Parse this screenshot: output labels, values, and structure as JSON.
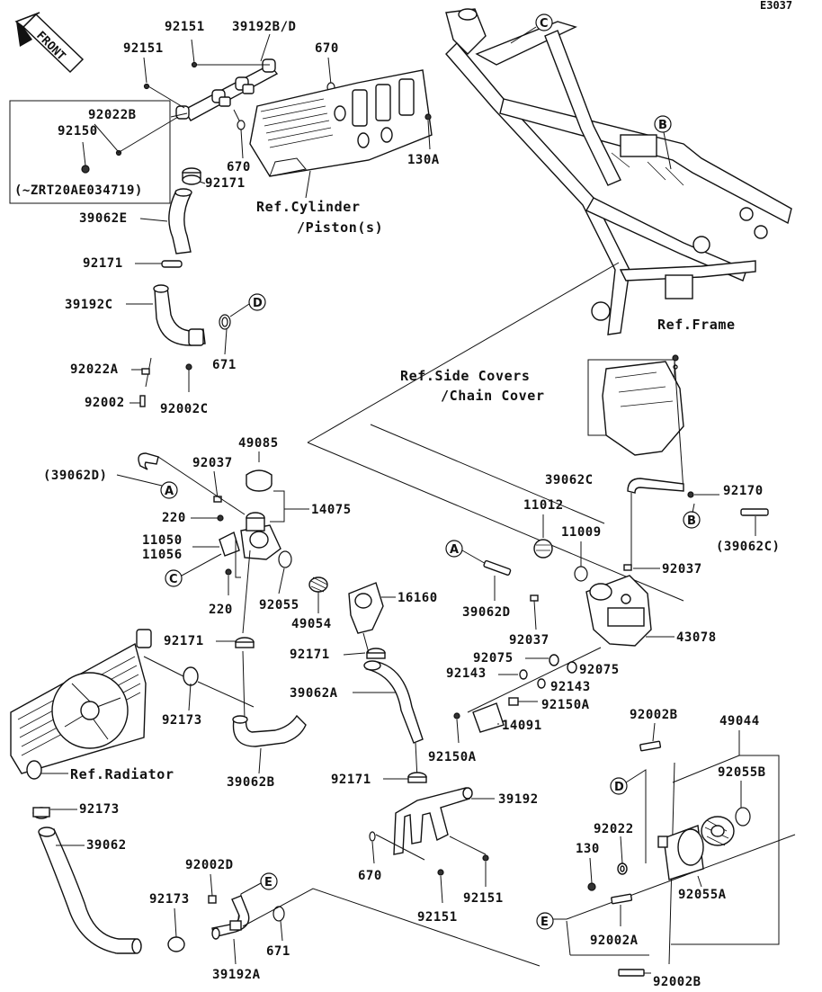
{
  "diagram_code": "E3037",
  "front_label": "FRONT",
  "callout_letters": [
    "A",
    "B",
    "C",
    "D",
    "E"
  ],
  "labels": {
    "p92151_top": "92151",
    "p39192BD": "39192B/D",
    "p92151_left": "92151",
    "p670_top": "670",
    "p92022B": "92022B",
    "p92150": "92150",
    "p670_mid": "670",
    "p130A": "130A",
    "zrt_note": "(~ZRT20AE034719)",
    "p92171_a": "92171",
    "p39062E": "39062E",
    "p92171_b": "92171",
    "p39192C": "39192C",
    "p671_a": "671",
    "p92022A": "92022A",
    "p92002": "92002",
    "p92002C": "92002C",
    "p49085": "49085",
    "p39062D_paren": "(39062D)",
    "p92037_a": "92037",
    "p14075": "14075",
    "p220_a": "220",
    "p11050": "11050",
    "p11056": "11056",
    "p220_b": "220",
    "p92055": "92055",
    "p49054": "49054",
    "p16160": "16160",
    "p92171_c": "92171",
    "p92171_d": "92171",
    "p39062A": "39062A",
    "p92173_a": "92173",
    "p39062B": "39062B",
    "p92171_e": "92171",
    "p39192": "39192",
    "p670_bot": "670",
    "p92151_b": "92151",
    "p92151_c": "92151",
    "p92173_b": "92173",
    "p39062": "39062",
    "p92002D": "92002D",
    "p92173_c": "92173",
    "p671_b": "671",
    "p39192A": "39192A",
    "p39062C_a": "39062C",
    "p92170": "92170",
    "p39062C_paren": "(39062C)",
    "p11012": "11012",
    "p11009": "11009",
    "p92037_b": "92037",
    "p39062D": "39062D",
    "p92037_c": "92037",
    "p43078": "43078",
    "p92075_a": "92075",
    "p92075_b": "92075",
    "p92143_a": "92143",
    "p92143_b": "92143",
    "p92150A_a": "92150A",
    "p14091": "14091",
    "p92150A_b": "92150A",
    "p92002B_a": "92002B",
    "p49044": "49044",
    "p92055B": "92055B",
    "p92022": "92022",
    "p130": "130",
    "p92055A": "92055A",
    "p92002A": "92002A",
    "p92002B_b": "92002B"
  },
  "refs": {
    "cylinder": "Ref.Cylinder",
    "piston": "/Piston(s)",
    "frame": "Ref.Frame",
    "side_covers": "Ref.Side Covers",
    "chain_cover": "/Chain Cover",
    "radiator": "Ref.Radiator"
  }
}
